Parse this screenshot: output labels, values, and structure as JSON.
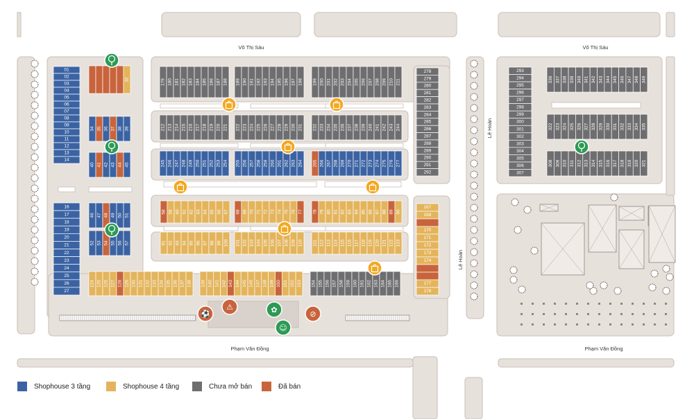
{
  "streets": {
    "vo_thi_sau_1": "Võ Thị Sáu",
    "vo_thi_sau_2": "Võ Thị Sáu",
    "le_hoan_1": "Lê Hoàn",
    "le_hoan_2": "Lê Hoàn",
    "pham_van_dong_1": "Phạm Văn Đồng",
    "pham_van_dong_2": "Phạm Văn Đồng"
  },
  "legend": [
    {
      "label": "Shophouse 3 tầng",
      "color": "#3b63a3"
    },
    {
      "label": "Shophouse 4 tầng",
      "color": "#e3b45c"
    },
    {
      "label": "Chưa mở bán",
      "color": "#6e6e70"
    },
    {
      "label": "Đã bán",
      "color": "#c8643c"
    }
  ],
  "colors": {
    "blue": "#3b63a3",
    "gold": "#e3b45c",
    "grey": "#6e6e70",
    "sold": "#c8643c",
    "road": "#e7e1dc",
    "road_stroke": "#c9beb6",
    "tree": "#2e9a55",
    "shop": "#f3a820"
  },
  "icons": [
    "tree-icon",
    "shopping-bag-icon",
    "football-field-icon",
    "playground-icon",
    "lotus-icon",
    "meditation-icon",
    "no-basketball-icon"
  ],
  "lots": {
    "c1": [
      {
        "n": "01",
        "s": "b"
      },
      {
        "n": "02",
        "s": "b"
      },
      {
        "n": "03",
        "s": "b"
      },
      {
        "n": "04",
        "s": "b"
      },
      {
        "n": "05",
        "s": "b"
      },
      {
        "n": "06",
        "s": "b"
      },
      {
        "n": "07",
        "s": "b"
      },
      {
        "n": "08",
        "s": "b"
      },
      {
        "n": "09",
        "s": "b"
      },
      {
        "n": "10",
        "s": "b"
      },
      {
        "n": "11",
        "s": "b"
      },
      {
        "n": "12",
        "s": "b"
      },
      {
        "n": "13",
        "s": "b"
      },
      {
        "n": "14",
        "s": "b"
      }
    ],
    "c1s": [
      {
        "n": "16",
        "s": "b"
      },
      {
        "n": "17",
        "s": "b"
      },
      {
        "n": "18",
        "s": "b"
      },
      {
        "n": "19",
        "s": "b"
      },
      {
        "n": "20",
        "s": "b"
      },
      {
        "n": "21",
        "s": "b"
      },
      {
        "n": "22",
        "s": "b"
      },
      {
        "n": "23",
        "s": "b"
      },
      {
        "n": "24",
        "s": "b"
      },
      {
        "n": "25",
        "s": "b"
      },
      {
        "n": "26",
        "s": "b"
      },
      {
        "n": "27",
        "s": "b"
      }
    ],
    "r_top_sold": [
      {
        "n": "",
        "s": "r"
      },
      {
        "n": "",
        "s": "r"
      },
      {
        "n": "",
        "s": "r"
      },
      {
        "n": "",
        "s": "r"
      },
      {
        "n": "",
        "s": "r"
      },
      {
        "n": "32",
        "s": "g"
      }
    ],
    "r34": [
      {
        "n": "34",
        "s": "b"
      },
      {
        "n": "35",
        "s": "r"
      },
      {
        "n": "36",
        "s": "b"
      },
      {
        "n": "37",
        "s": "r"
      },
      {
        "n": "38",
        "s": "b"
      },
      {
        "n": "39",
        "s": "b"
      }
    ],
    "r40": [
      {
        "n": "40",
        "s": "b"
      },
      {
        "n": "41",
        "s": "r"
      },
      {
        "n": "42",
        "s": "b"
      },
      {
        "n": "43",
        "s": "b"
      },
      {
        "n": "44",
        "s": "r"
      },
      {
        "n": "45",
        "s": "b"
      }
    ],
    "r46": [
      {
        "n": "46",
        "s": "b"
      },
      {
        "n": "47",
        "s": "b"
      },
      {
        "n": "48",
        "s": "r"
      },
      {
        "n": "49",
        "s": "b"
      },
      {
        "n": "50",
        "s": "b"
      },
      {
        "n": "51",
        "s": "b"
      }
    ],
    "r52": [
      {
        "n": "52",
        "s": "b"
      },
      {
        "n": "53",
        "s": "b"
      },
      {
        "n": "54",
        "s": "r"
      },
      {
        "n": "55",
        "s": "b"
      },
      {
        "n": "56",
        "s": "b"
      },
      {
        "n": "57",
        "s": "b"
      }
    ],
    "r179": [
      "179",
      "180",
      "181",
      "182",
      "183",
      "184",
      "185",
      "186",
      "187",
      "188"
    ],
    "r189": [
      "189",
      "190",
      "191",
      "192",
      "193",
      "194",
      "195",
      "196",
      "197",
      "198"
    ],
    "r199": [
      "199",
      "200",
      "201",
      "202",
      "203",
      "204",
      "205",
      "206",
      "207",
      "208",
      "209",
      "210",
      "211"
    ],
    "r212": [
      "212",
      "213",
      "214",
      "215",
      "216",
      "217",
      "218",
      "219",
      "220",
      "221"
    ],
    "r222": [
      "222",
      "223",
      "224",
      "225",
      "226",
      "227",
      "228",
      "229",
      "230",
      "231"
    ],
    "r232": [
      "232",
      "233",
      "234",
      "235",
      "236",
      "237",
      "238",
      "239",
      "240",
      "241",
      "242",
      "243",
      "244"
    ],
    "r245": [
      "245",
      "246",
      "247",
      "248",
      "249",
      "250",
      "251",
      "252",
      "253",
      "254"
    ],
    "r255": [
      "255",
      "256",
      "257",
      "258",
      "259",
      "260",
      "261",
      "262",
      "263",
      "264"
    ],
    "r265": [
      {
        "n": "265",
        "s": "r"
      },
      {
        "n": "266",
        "s": "b"
      },
      {
        "n": "267",
        "s": "b"
      },
      {
        "n": "268",
        "s": "b"
      },
      {
        "n": "269",
        "s": "b"
      },
      {
        "n": "270",
        "s": "b"
      },
      {
        "n": "271",
        "s": "b"
      },
      {
        "n": "272",
        "s": "b"
      },
      {
        "n": "273",
        "s": "b"
      },
      {
        "n": "274",
        "s": "b"
      },
      {
        "n": "275",
        "s": "b"
      },
      {
        "n": "276",
        "s": "b"
      },
      {
        "n": "277",
        "s": "b"
      }
    ],
    "c278": [
      "278",
      "279",
      "280",
      "281",
      "282",
      "283",
      "284",
      "285",
      "286",
      "287",
      "288",
      "289",
      "290",
      "291",
      "292"
    ],
    "c293": [
      "293",
      "294",
      "295",
      "296",
      "297",
      "298",
      "299",
      "300",
      "301",
      "302",
      "303",
      "304",
      "305",
      "306",
      "307"
    ],
    "r336": [
      "336",
      "337",
      "338",
      "339",
      "340",
      "341",
      "342",
      "343",
      "344",
      "345",
      "346",
      "347",
      "348",
      "349"
    ],
    "r322": [
      "322",
      "323",
      "324",
      "325",
      "326",
      "327",
      "328",
      "329",
      "330",
      "331",
      "332",
      "333",
      "334",
      "335"
    ],
    "r308": [
      "308",
      "309",
      "310",
      "311",
      "312",
      "313",
      "314",
      "315",
      "316",
      "317",
      "318",
      "319",
      "320",
      "321"
    ],
    "r58": [
      {
        "n": "58",
        "s": "r"
      },
      {
        "n": "59",
        "s": "g"
      },
      {
        "n": "60",
        "s": "g"
      },
      {
        "n": "61",
        "s": "g"
      },
      {
        "n": "62",
        "s": "g"
      },
      {
        "n": "63",
        "s": "g"
      },
      {
        "n": "64",
        "s": "g"
      },
      {
        "n": "65",
        "s": "g"
      },
      {
        "n": "66",
        "s": "g"
      },
      {
        "n": "67",
        "s": "g"
      }
    ],
    "r68": [
      {
        "n": "68",
        "s": "r"
      },
      {
        "n": "69",
        "s": "g"
      },
      {
        "n": "70",
        "s": "g"
      },
      {
        "n": "71",
        "s": "g"
      },
      {
        "n": "72",
        "s": "g"
      },
      {
        "n": "73",
        "s": "g"
      },
      {
        "n": "74",
        "s": "g"
      },
      {
        "n": "75",
        "s": "g"
      },
      {
        "n": "76",
        "s": "g"
      },
      {
        "n": "77",
        "s": "r"
      }
    ],
    "r78": [
      {
        "n": "78",
        "s": "r"
      },
      {
        "n": "79",
        "s": "g"
      },
      {
        "n": "80",
        "s": "g"
      },
      {
        "n": "81",
        "s": "g"
      },
      {
        "n": "82",
        "s": "g"
      },
      {
        "n": "83",
        "s": "g"
      },
      {
        "n": "84",
        "s": "g"
      },
      {
        "n": "85",
        "s": "g"
      },
      {
        "n": "86",
        "s": "g"
      },
      {
        "n": "87",
        "s": "g"
      },
      {
        "n": "88",
        "s": "g"
      },
      {
        "n": "89",
        "s": "r"
      },
      {
        "n": "90",
        "s": "g"
      }
    ],
    "r91": [
      "91",
      "92",
      "93",
      "94",
      "95",
      "96",
      "97",
      "98",
      "99",
      "100"
    ],
    "r101": [
      "101",
      "102",
      "103",
      "104",
      "105",
      "106",
      "107",
      "108",
      "109",
      "110"
    ],
    "r111": [
      "111",
      "112",
      "113",
      "114",
      "115",
      "116",
      "117",
      "118",
      "119",
      "120",
      "121",
      "122",
      "123"
    ],
    "c167": [
      {
        "n": "167",
        "s": "g"
      },
      {
        "n": "168",
        "s": "g"
      },
      {
        "n": "",
        "s": "r"
      },
      {
        "n": "170",
        "s": "g"
      },
      {
        "n": "171",
        "s": "g"
      },
      {
        "n": "172",
        "s": "g"
      },
      {
        "n": "173",
        "s": "g"
      },
      {
        "n": "174",
        "s": "g"
      },
      {
        "n": "",
        "s": "r"
      },
      {
        "n": "",
        "s": "r"
      },
      {
        "n": "177",
        "s": "g"
      },
      {
        "n": "178",
        "s": "g"
      }
    ],
    "r124": [
      {
        "n": "124",
        "s": "g"
      },
      {
        "n": "125",
        "s": "g"
      },
      {
        "n": "126",
        "s": "g"
      },
      {
        "n": "127",
        "s": "g"
      },
      {
        "n": "128",
        "s": "r"
      },
      {
        "n": "129",
        "s": "g"
      },
      {
        "n": "130",
        "s": "g"
      },
      {
        "n": "131",
        "s": "g"
      },
      {
        "n": "132",
        "s": "g"
      },
      {
        "n": "133",
        "s": "g"
      },
      {
        "n": "134",
        "s": "g"
      },
      {
        "n": "135",
        "s": "g"
      },
      {
        "n": "136",
        "s": "g"
      },
      {
        "n": "137",
        "s": "g"
      },
      {
        "n": "138",
        "s": "g"
      }
    ],
    "r139": [
      {
        "n": "139",
        "s": "g"
      },
      {
        "n": "140",
        "s": "g"
      },
      {
        "n": "141",
        "s": "g"
      },
      {
        "n": "142",
        "s": "g"
      },
      {
        "n": "143",
        "s": "r"
      },
      {
        "n": "144",
        "s": "g"
      },
      {
        "n": "145",
        "s": "g"
      },
      {
        "n": "146",
        "s": "g"
      },
      {
        "n": "147",
        "s": "g"
      },
      {
        "n": "148",
        "s": "g"
      },
      {
        "n": "149",
        "s": "g"
      },
      {
        "n": "150",
        "s": "r"
      },
      {
        "n": "151",
        "s": "g"
      },
      {
        "n": "152",
        "s": "g"
      },
      {
        "n": "153",
        "s": "g"
      }
    ],
    "r154": [
      "154",
      "155",
      "156",
      "157",
      "158",
      "159",
      "160",
      "161",
      "162",
      "163",
      "164",
      "165",
      "166"
    ]
  }
}
